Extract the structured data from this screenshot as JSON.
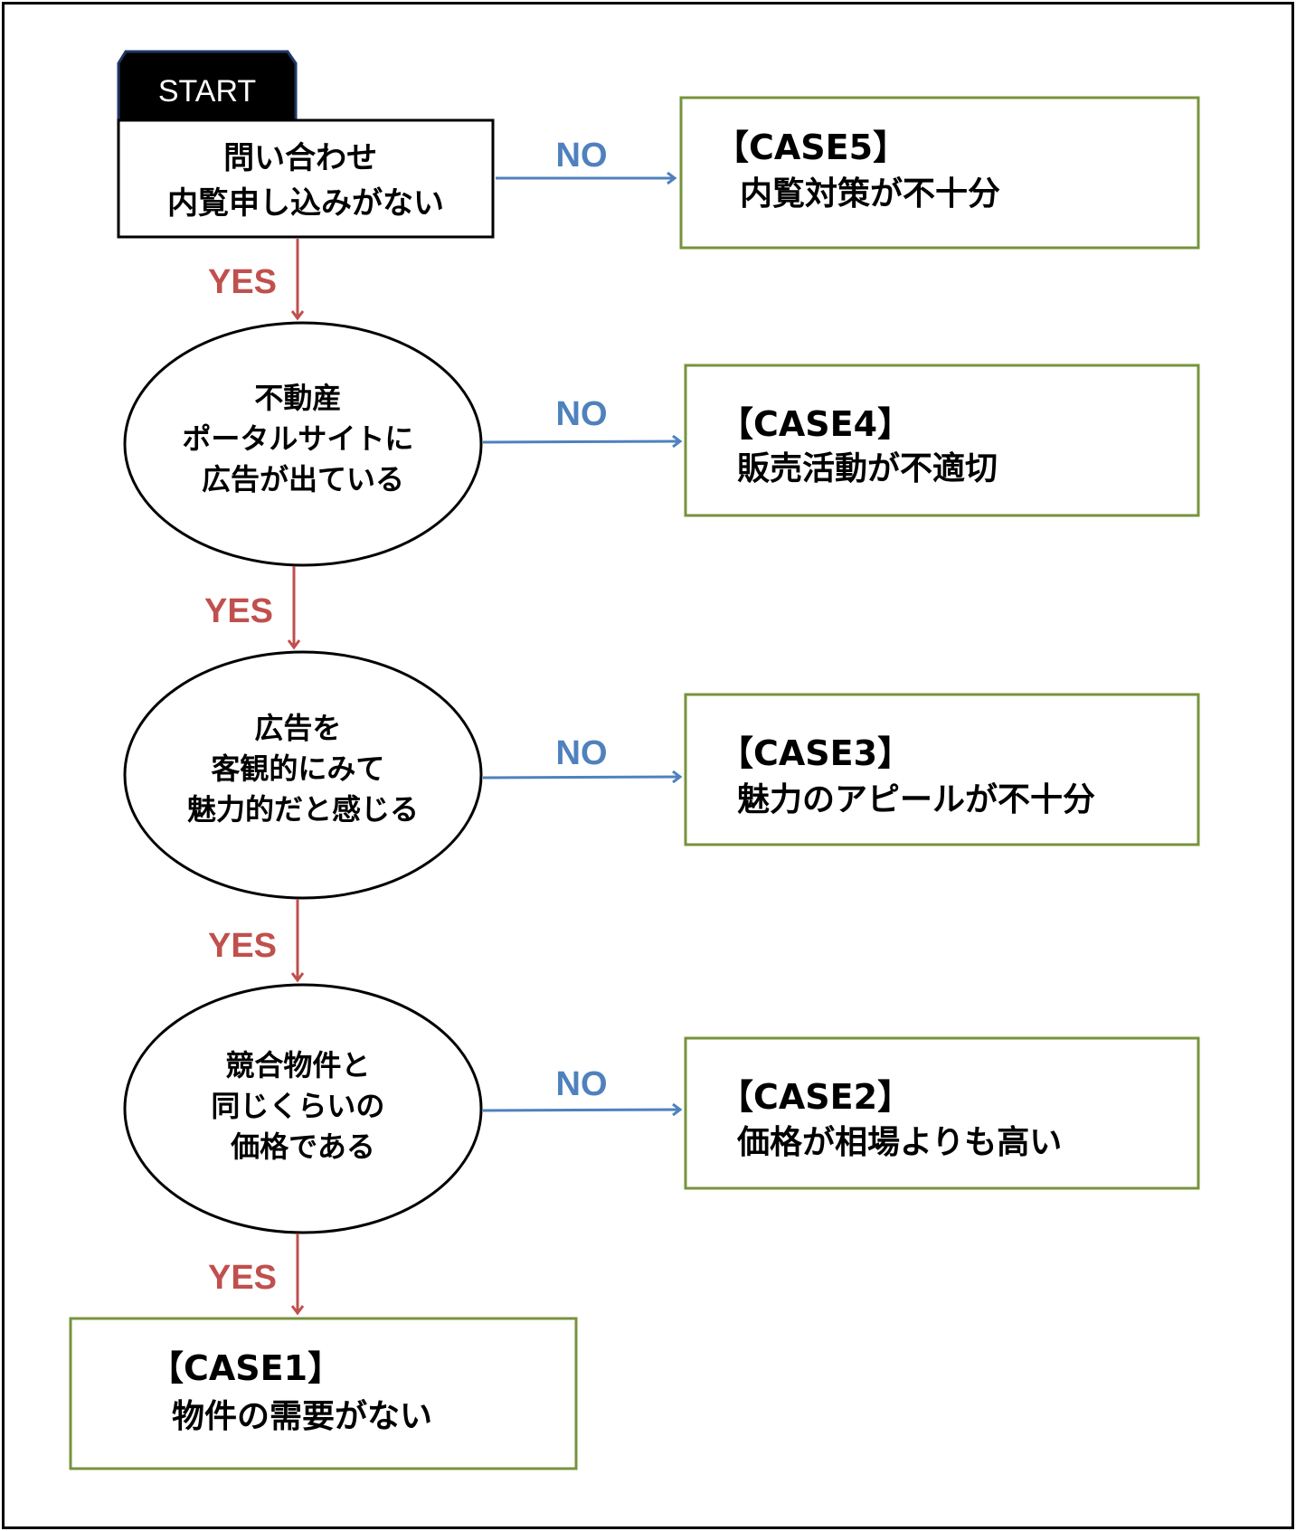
{
  "start_label": "START",
  "questions": [
    {
      "id": "q1",
      "lines": [
        "問い合わせ",
        "内覧申し込みがない"
      ]
    },
    {
      "id": "q2",
      "lines": [
        "不動産",
        "ポータルサイトに",
        "広告が出ている"
      ]
    },
    {
      "id": "q3",
      "lines": [
        "広告を",
        "客観的にみて",
        "魅力的だと感じる"
      ]
    },
    {
      "id": "q4",
      "lines": [
        "競合物件と",
        "同じくらいの",
        "価格である"
      ]
    }
  ],
  "cases": [
    {
      "id": "case5",
      "title": "【CASE5】",
      "text": "内覧対策が不十分"
    },
    {
      "id": "case4",
      "title": "【CASE4】",
      "text": "販売活動が不適切"
    },
    {
      "id": "case3",
      "title": "【CASE3】",
      "text": "魅力のアピールが不十分"
    },
    {
      "id": "case2",
      "title": "【CASE2】",
      "text": "価格が相場よりも高い"
    },
    {
      "id": "case1",
      "title": "【CASE1】",
      "text": "物件の需要がない"
    }
  ],
  "yes_label": "YES",
  "no_label": "NO",
  "colors": {
    "yes": "#c0504d",
    "no": "#4f81bd",
    "case_border": "#77933c",
    "ink": "#000000"
  }
}
